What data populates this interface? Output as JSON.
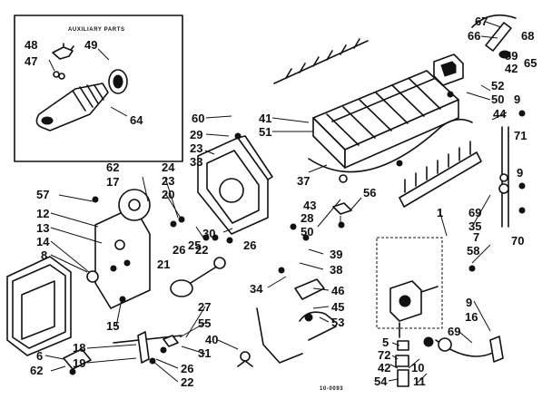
{
  "inset": {
    "title": "AUXILIARY PARTS"
  },
  "diagram_code": "10-0093",
  "callouts": [
    {
      "id": "c48",
      "text": "48"
    },
    {
      "id": "c49",
      "text": "49"
    },
    {
      "id": "c47",
      "text": "47"
    },
    {
      "id": "c64",
      "text": "64"
    },
    {
      "id": "c60",
      "text": "60"
    },
    {
      "id": "c29",
      "text": "29"
    },
    {
      "id": "c23top",
      "text": "23"
    },
    {
      "id": "c33",
      "text": "33"
    },
    {
      "id": "c41",
      "text": "41"
    },
    {
      "id": "c51",
      "text": "51"
    },
    {
      "id": "c67",
      "text": "67"
    },
    {
      "id": "c66",
      "text": "66"
    },
    {
      "id": "c68",
      "text": "68"
    },
    {
      "id": "c59",
      "text": "59"
    },
    {
      "id": "c42top",
      "text": "42"
    },
    {
      "id": "c65",
      "text": "65"
    },
    {
      "id": "c52",
      "text": "52"
    },
    {
      "id": "c50top",
      "text": "50"
    },
    {
      "id": "c9top",
      "text": "9"
    },
    {
      "id": "c44",
      "text": "44"
    },
    {
      "id": "c71",
      "text": "71"
    },
    {
      "id": "c9mid",
      "text": "9"
    },
    {
      "id": "c62top",
      "text": "62"
    },
    {
      "id": "c17",
      "text": "17"
    },
    {
      "id": "c24",
      "text": "24"
    },
    {
      "id": "c23mid",
      "text": "23"
    },
    {
      "id": "c20",
      "text": "20"
    },
    {
      "id": "c57",
      "text": "57"
    },
    {
      "id": "c37",
      "text": "37"
    },
    {
      "id": "c56",
      "text": "56"
    },
    {
      "id": "c43",
      "text": "43"
    },
    {
      "id": "c28",
      "text": "28"
    },
    {
      "id": "c50mid",
      "text": "50"
    },
    {
      "id": "c1",
      "text": "1"
    },
    {
      "id": "c69top",
      "text": "69"
    },
    {
      "id": "c35",
      "text": "35"
    },
    {
      "id": "c70",
      "text": "70"
    },
    {
      "id": "c7",
      "text": "7"
    },
    {
      "id": "c58",
      "text": "58"
    },
    {
      "id": "c12",
      "text": "12"
    },
    {
      "id": "c13",
      "text": "13"
    },
    {
      "id": "c14",
      "text": "14"
    },
    {
      "id": "c8",
      "text": "8"
    },
    {
      "id": "c30",
      "text": "30"
    },
    {
      "id": "c22top",
      "text": "22"
    },
    {
      "id": "c25",
      "text": "25"
    },
    {
      "id": "c26mid",
      "text": "26"
    },
    {
      "id": "c26right",
      "text": "26"
    },
    {
      "id": "c21",
      "text": "21"
    },
    {
      "id": "c39",
      "text": "39"
    },
    {
      "id": "c38",
      "text": "38"
    },
    {
      "id": "c34",
      "text": "34"
    },
    {
      "id": "c46",
      "text": "46"
    },
    {
      "id": "c45",
      "text": "45"
    },
    {
      "id": "c53",
      "text": "53"
    },
    {
      "id": "c15",
      "text": "15"
    },
    {
      "id": "c27",
      "text": "27"
    },
    {
      "id": "c55",
      "text": "55"
    },
    {
      "id": "c40",
      "text": "40"
    },
    {
      "id": "c31",
      "text": "31"
    },
    {
      "id": "c26bot",
      "text": "26"
    },
    {
      "id": "c22bot",
      "text": "22"
    },
    {
      "id": "c18",
      "text": "18"
    },
    {
      "id": "c19",
      "text": "19"
    },
    {
      "id": "c6",
      "text": "6"
    },
    {
      "id": "c62bot",
      "text": "62"
    },
    {
      "id": "c9bot",
      "text": "9"
    },
    {
      "id": "c16",
      "text": "16"
    },
    {
      "id": "c69bot",
      "text": "69"
    },
    {
      "id": "c5",
      "text": "5"
    },
    {
      "id": "c72",
      "text": "72"
    },
    {
      "id": "c42bot",
      "text": "42"
    },
    {
      "id": "c10",
      "text": "10"
    },
    {
      "id": "c54",
      "text": "54"
    },
    {
      "id": "c11",
      "text": "11"
    }
  ]
}
